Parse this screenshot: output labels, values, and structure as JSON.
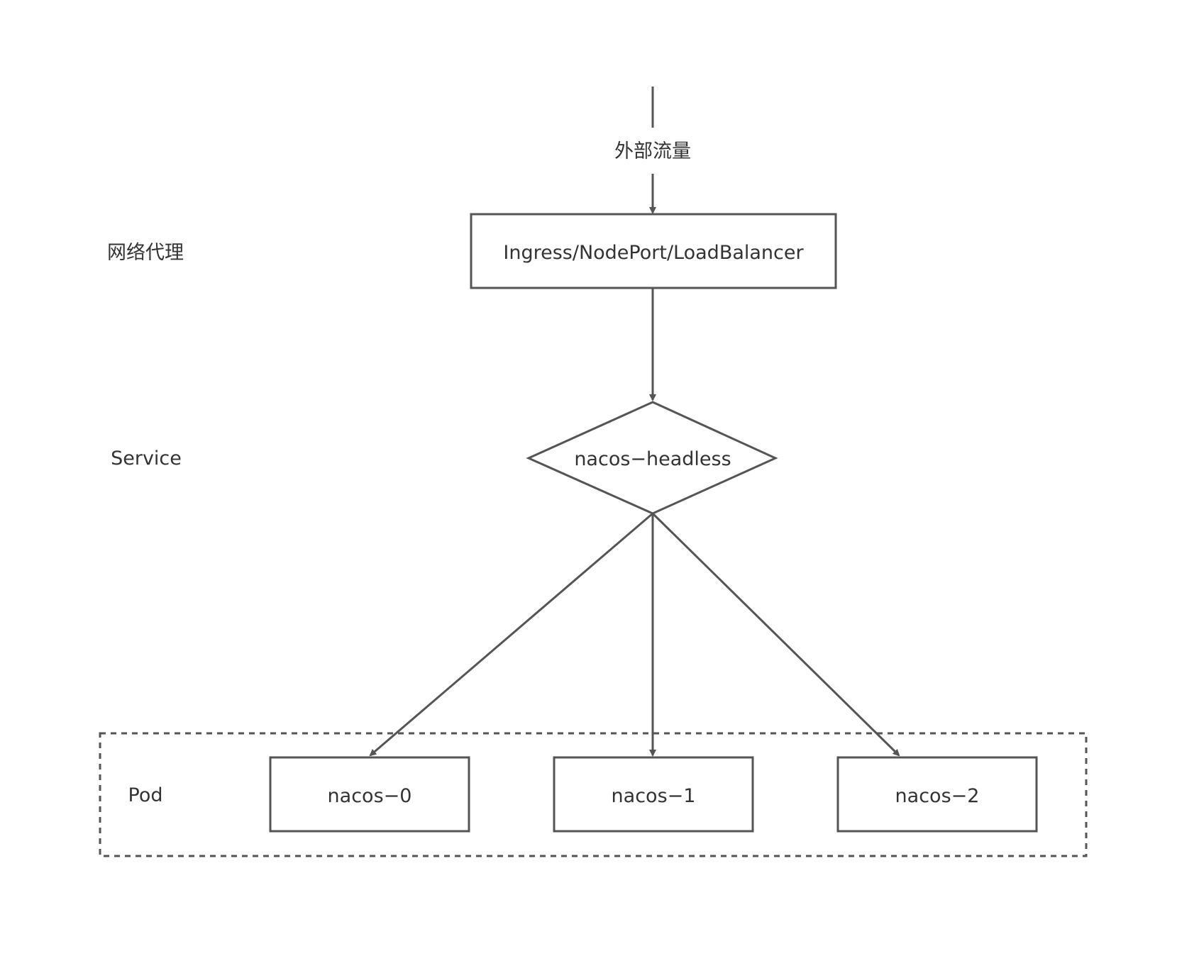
{
  "colors": {
    "stroke": "#555555",
    "text": "#333333",
    "background": "#ffffff"
  },
  "top_label": "外部流量",
  "layers": {
    "proxy": "网络代理",
    "service": "Service",
    "pod": "Pod"
  },
  "nodes": {
    "ingress": "Ingress/NodePort/LoadBalancer",
    "headless": "nacos−headless",
    "pods": [
      "nacos−0",
      "nacos−1",
      "nacos−2"
    ]
  }
}
